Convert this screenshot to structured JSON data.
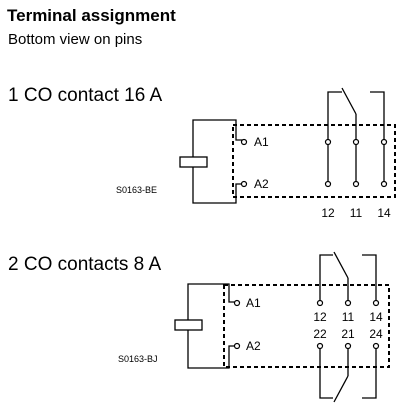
{
  "header": {
    "title": "Terminal assignment",
    "subtitle": "Bottom view on pins"
  },
  "diagram1": {
    "heading": "1 CO contact 16 A",
    "code": "S0163-BE",
    "coil_labels": [
      "A1",
      "A2"
    ],
    "pin_labels": [
      "12",
      "11",
      "14"
    ]
  },
  "diagram2": {
    "heading": "2 CO contacts 8 A",
    "code": "S0163-BJ",
    "coil_labels": [
      "A1",
      "A2"
    ],
    "pin_labels_top": [
      "12",
      "11",
      "14"
    ],
    "pin_labels_bottom": [
      "22",
      "21",
      "24"
    ]
  }
}
